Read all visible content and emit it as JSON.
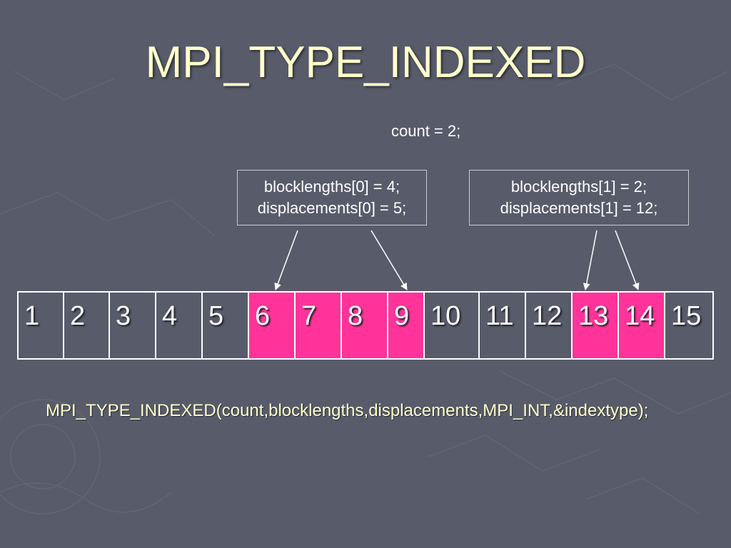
{
  "title": "MPI_TYPE_INDEXED",
  "count_label": "count = 2;",
  "blocks": [
    {
      "line1": "blocklengths[0] = 4;",
      "line2": "displacements[0] = 5;"
    },
    {
      "line1": "blocklengths[1] = 2;",
      "line2": "displacements[1] = 12;"
    }
  ],
  "array_cells": [
    {
      "label": "1",
      "selected": false
    },
    {
      "label": "2",
      "selected": false
    },
    {
      "label": "3",
      "selected": false
    },
    {
      "label": "4",
      "selected": false
    },
    {
      "label": "5",
      "selected": false
    },
    {
      "label": "6",
      "selected": true
    },
    {
      "label": "7",
      "selected": true
    },
    {
      "label": "8",
      "selected": true
    },
    {
      "label": "9",
      "selected": true
    },
    {
      "label": "10",
      "selected": false
    },
    {
      "label": "11",
      "selected": false
    },
    {
      "label": "12",
      "selected": false
    },
    {
      "label": "13",
      "selected": true
    },
    {
      "label": "14",
      "selected": true
    },
    {
      "label": "15",
      "selected": false
    }
  ],
  "function_call": "MPI_TYPE_INDEXED(count,blocklengths,displacements,MPI_INT,&indextype);",
  "colors": {
    "background": "#585b6a",
    "title": "#ffffcc",
    "highlight": "#ff3399",
    "text": "#ffffff"
  }
}
